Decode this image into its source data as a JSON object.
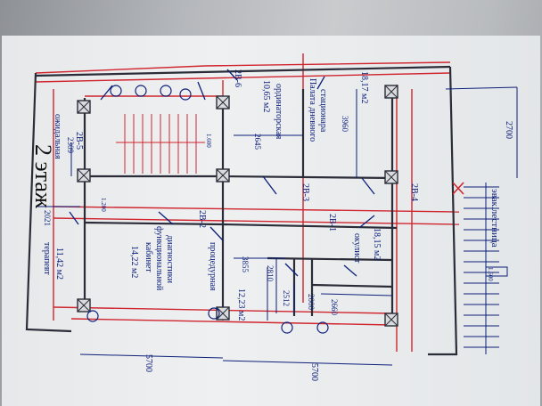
{
  "floor_title": "2 этаж",
  "rooms": {
    "waiting": "ожидальная",
    "terrace": "терапевт",
    "terrace_area": "11,42 м2",
    "functional_diag_line1": "кабинет",
    "functional_diag_line2": "функциональной",
    "functional_diag_line3": "диагностики",
    "functional_diag_area": "14,22 м2",
    "procedure": "процедурная",
    "procedure_area": "12,23 м2",
    "resident_room": "ординаторская",
    "resident_area": "10,65 м2",
    "day_ward_line1": "Палата дневного",
    "day_ward_line2": "стационара",
    "day_ward_area": "18,17 м2",
    "oculist": "окулист",
    "oculist_area": "18,15 м2",
    "evac_stair": "эвак.лестница"
  },
  "door_tags": {
    "d2b6": "2В-6",
    "d2b5": "2В-5",
    "d2b2": "2В-2",
    "d2b3": "2В-3",
    "d2b4": "2В-4",
    "d2b1": "2В-1"
  },
  "dimensions": {
    "d2309": "2309",
    "d2021": "2021",
    "d2645": "2645",
    "d3960": "3960",
    "d3855": "3855",
    "d2810": "2810",
    "d2512": "2512",
    "d2000": "2000",
    "d2660": "2660",
    "d2700": "2700",
    "d5700a": "5700",
    "d5700b": "5700",
    "d1600a": "1.600",
    "d1600b": "1.600",
    "d1200": "1.200"
  },
  "colors": {
    "ink": "#0c1f7a",
    "red_lines": "#d0252f",
    "wall": "#2a2d38"
  }
}
